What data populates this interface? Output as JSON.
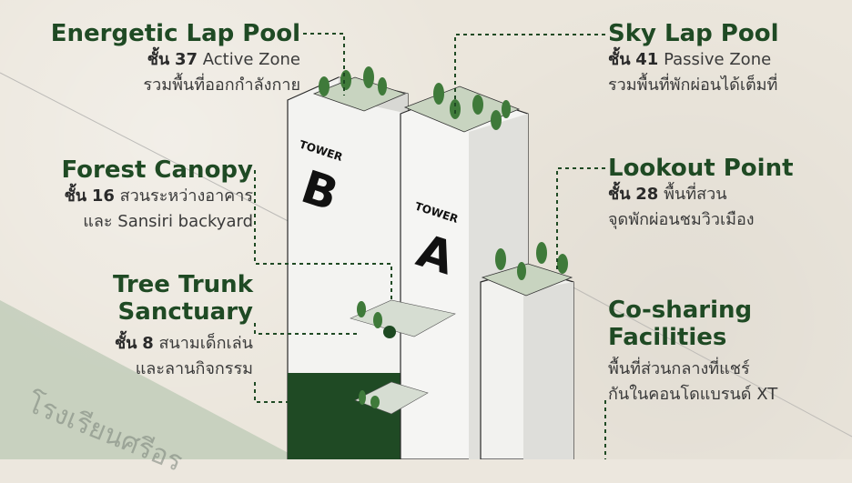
{
  "school_label": "โรงเรียนศรีอร",
  "tower_a": {
    "word": "TOWER",
    "letter": "A"
  },
  "tower_b": {
    "word": "TOWER",
    "letter": "B"
  },
  "features": {
    "energetic": {
      "title": "Energetic Lap Pool",
      "floor_prefix": "ชั้น",
      "floor_num": "37",
      "floor_desc": "Active Zone",
      "desc": "รวมพื้นที่ออกกำลังกาย"
    },
    "skylap": {
      "title": "Sky Lap Pool",
      "floor_prefix": "ชั้น",
      "floor_num": "41",
      "floor_desc": "Passive Zone",
      "desc": "รวมพื้นที่พักผ่อนได้เต็มที่"
    },
    "forest": {
      "title": "Forest Canopy",
      "floor_prefix": "ชั้น",
      "floor_num": "16",
      "floor_desc": "สวนระหว่างอาคาร",
      "desc": "และ Sansiri backyard"
    },
    "lookout": {
      "title": "Lookout Point",
      "floor_prefix": "ชั้น",
      "floor_num": "28",
      "floor_desc": "พื้นที่สวน",
      "desc": "จุดพักผ่อนชมวิวเมือง"
    },
    "trunk": {
      "title_1": "Tree Trunk",
      "title_2": "Sanctuary",
      "floor_prefix": "ชั้น",
      "floor_num": "8",
      "floor_desc": "สนามเด็กเล่น",
      "desc": "และลานกิจกรรม"
    },
    "cosharing": {
      "title_1": "Co-sharing",
      "title_2": "Facilities",
      "desc_1": "พื้นที่ส่วนกลางที่แชร์",
      "desc_2": "กันในคอนโดแบรนด์ XT"
    }
  },
  "colors": {
    "accent": "#1f4a24",
    "tree": "#3f7a3a",
    "tower_face": "#f4f4f2",
    "tower_side": "#dcdcd8"
  }
}
